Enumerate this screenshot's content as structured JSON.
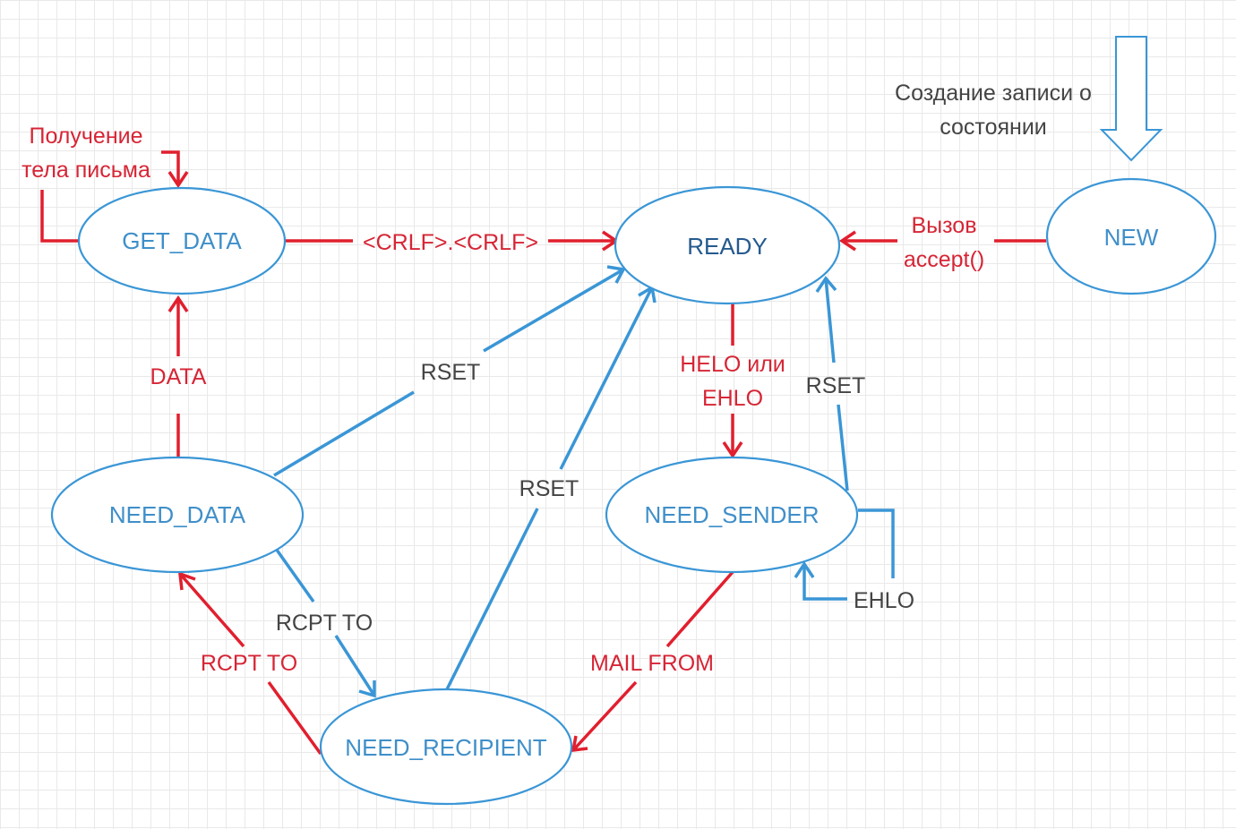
{
  "states": {
    "get_data": "GET_DATA",
    "ready": "READY",
    "new": "NEW",
    "need_data": "NEED_DATA",
    "need_sender": "NEED_SENDER",
    "need_recipient": "NEED_RECIPIENT"
  },
  "annotations": {
    "creation_line1": "Создание записи о",
    "creation_line2": "состоянии",
    "receiving_line1": "Получение",
    "receiving_line2": "тела письма"
  },
  "transitions": {
    "crlf": "<CRLF>.<CRLF>",
    "accept_line1": "Вызов",
    "accept_line2": "accept()",
    "data": "DATA",
    "rset_need_data": "RSET",
    "rset_need_recipient": "RSET",
    "rset_need_sender": "RSET",
    "helo_line1": "HELO или",
    "helo_line2": "EHLO",
    "ehlo_self": "EHLO",
    "rcpt_to_blue": "RCPT TO",
    "rcpt_to_red": "RCPT TO",
    "mail_from": "MAIL FROM"
  },
  "colors": {
    "state_border": "#3a96d6",
    "state_text": "#3f8fc9",
    "ready_text": "#255a8e",
    "red_arrow": "#e11f2e",
    "red_label": "#d62535",
    "blue_arrow": "#3a96d6",
    "gray_label": "#444444",
    "grid": "#e9e9e9"
  }
}
